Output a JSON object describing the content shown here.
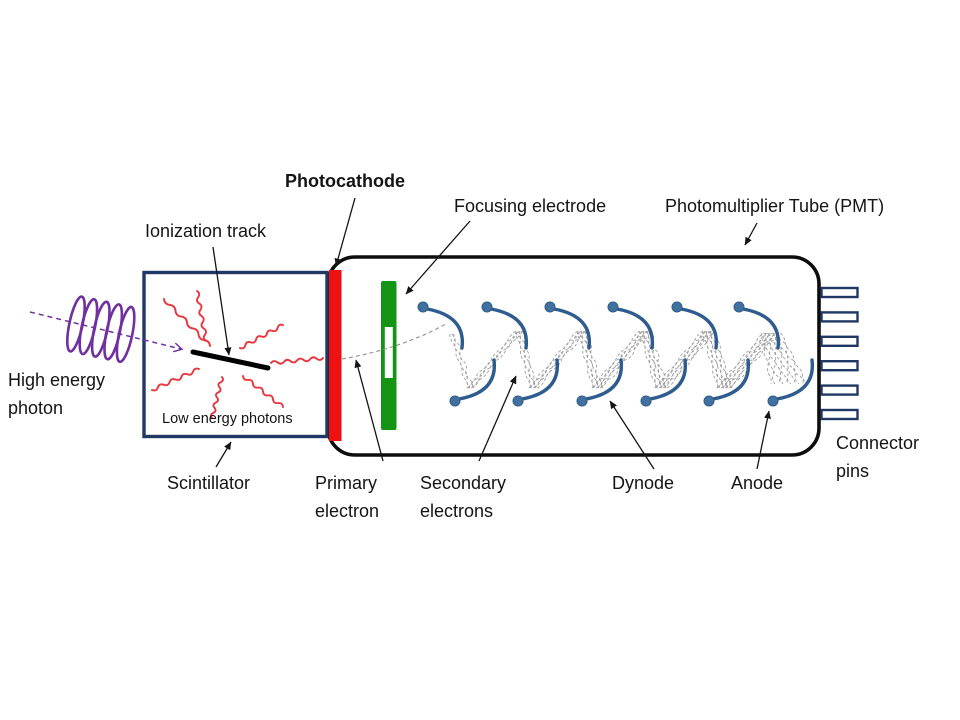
{
  "labels": {
    "photocathode": "Photocathode",
    "ionization_track": "Ionization track",
    "focusing_electrode": "Focusing electrode",
    "pmt": "Photomultiplier Tube (PMT)",
    "high_energy_photon": "High energy\nphoton",
    "low_energy_photons": "Low energy photons",
    "scintillator": "Scintillator",
    "primary_electron": "Primary\nelectron",
    "secondary_electrons": "Secondary\nelectrons",
    "dynode": "Dynode",
    "anode": "Anode",
    "connector_pins": "Connector\npins"
  },
  "colors": {
    "navy": "#1F3864",
    "tube_outline": "#0d0d0d",
    "photocathode_red": "#EE1111",
    "electrode_green": "#149414",
    "photon_purple": "#7030A0",
    "squiggle_red": "#E8373F",
    "dynode_arc": "#2F5C8F",
    "dynode_dot": "#41719C",
    "electron_gray": "#9e9e9e",
    "path_gray": "#8f8f8f"
  },
  "diagram": {
    "connector_pin_count": 6,
    "dynode_top_count": 6,
    "dynode_bottom_count": 6,
    "scintillation_squiggle_count": 7
  }
}
